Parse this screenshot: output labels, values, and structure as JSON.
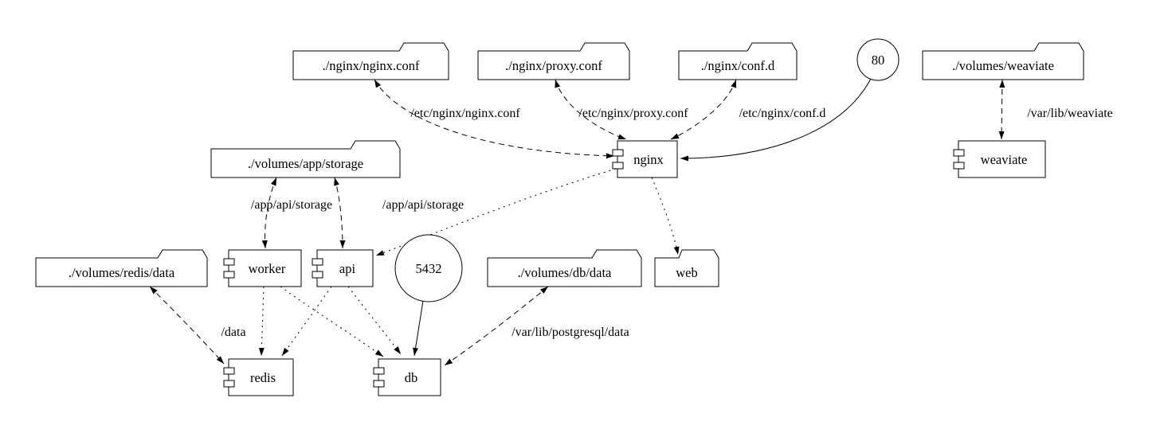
{
  "diagram": {
    "type": "docker-compose-graph",
    "background": "#ffffff",
    "stroke_color": "#000000",
    "nodes": {
      "nginx_conf": {
        "label": "./nginx/nginx.conf",
        "shape": "folder"
      },
      "proxy_conf": {
        "label": "./nginx/proxy.conf",
        "shape": "folder"
      },
      "conf_d": {
        "label": "./nginx/conf.d",
        "shape": "folder"
      },
      "port_80": {
        "label": "80",
        "shape": "circle"
      },
      "volumes_weaviate": {
        "label": "./volumes/weaviate",
        "shape": "folder"
      },
      "volumes_app_storage": {
        "label": "./volumes/app/storage",
        "shape": "folder"
      },
      "nginx": {
        "label": "nginx",
        "shape": "component"
      },
      "weaviate": {
        "label": "weaviate",
        "shape": "component"
      },
      "volumes_redis_data": {
        "label": "./volumes/redis/data",
        "shape": "folder"
      },
      "worker": {
        "label": "worker",
        "shape": "component"
      },
      "api": {
        "label": "api",
        "shape": "component"
      },
      "port_5432": {
        "label": "5432",
        "shape": "circle"
      },
      "volumes_db_data": {
        "label": "./volumes/db/data",
        "shape": "folder"
      },
      "web": {
        "label": "web",
        "shape": "folder"
      },
      "redis": {
        "label": "redis",
        "shape": "component"
      },
      "db": {
        "label": "db",
        "shape": "component"
      }
    },
    "edges": [
      {
        "from": "nginx_conf",
        "to": "nginx",
        "style": "dashed",
        "dir": "both",
        "label": "/etc/nginx/nginx.conf"
      },
      {
        "from": "proxy_conf",
        "to": "nginx",
        "style": "dashed",
        "dir": "both",
        "label": "/etc/nginx/proxy.conf"
      },
      {
        "from": "conf_d",
        "to": "nginx",
        "style": "dashed",
        "dir": "both",
        "label": "/etc/nginx/conf.d"
      },
      {
        "from": "port_80",
        "to": "nginx",
        "style": "solid",
        "dir": "forward",
        "label": ""
      },
      {
        "from": "volumes_weaviate",
        "to": "weaviate",
        "style": "dashed",
        "dir": "both",
        "label": "/var/lib/weaviate"
      },
      {
        "from": "volumes_app_storage",
        "to": "worker",
        "style": "dashed",
        "dir": "both",
        "label": "/app/api/storage"
      },
      {
        "from": "volumes_app_storage",
        "to": "api",
        "style": "dashed",
        "dir": "both",
        "label": "/app/api/storage"
      },
      {
        "from": "nginx",
        "to": "api",
        "style": "dotted",
        "dir": "forward",
        "label": ""
      },
      {
        "from": "nginx",
        "to": "web",
        "style": "dotted",
        "dir": "forward",
        "label": ""
      },
      {
        "from": "worker",
        "to": "redis",
        "style": "dotted",
        "dir": "forward",
        "label": ""
      },
      {
        "from": "worker",
        "to": "db",
        "style": "dotted",
        "dir": "forward",
        "label": ""
      },
      {
        "from": "api",
        "to": "redis",
        "style": "dotted",
        "dir": "forward",
        "label": ""
      },
      {
        "from": "api",
        "to": "db",
        "style": "dotted",
        "dir": "forward",
        "label": ""
      },
      {
        "from": "volumes_redis_data",
        "to": "redis",
        "style": "dashed",
        "dir": "both",
        "label": "/data"
      },
      {
        "from": "port_5432",
        "to": "db",
        "style": "solid",
        "dir": "forward",
        "label": ""
      },
      {
        "from": "volumes_db_data",
        "to": "db",
        "style": "dashed",
        "dir": "both",
        "label": "/var/lib/postgresql/data"
      }
    ]
  }
}
